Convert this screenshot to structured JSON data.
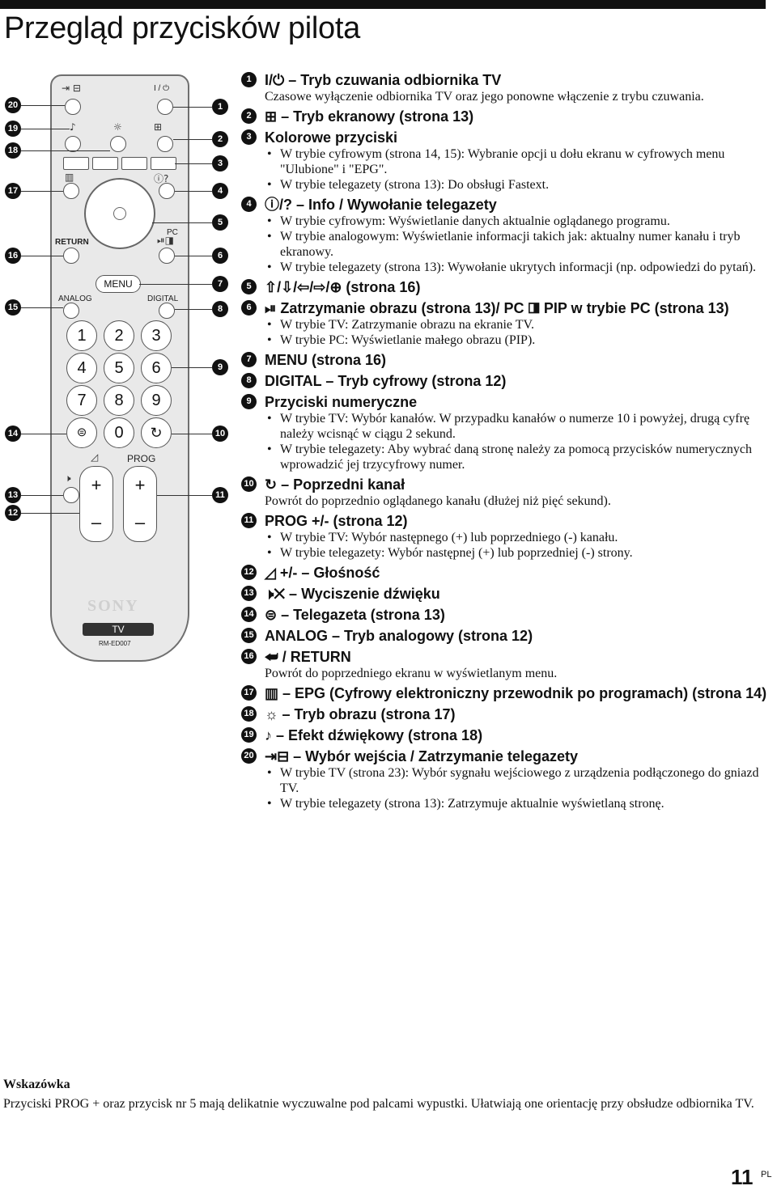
{
  "page": {
    "title": "Przegląd przycisków pilota",
    "page_number": "11",
    "lang": "PL"
  },
  "remote": {
    "labels": {
      "return": "RETURN",
      "analog": "ANALOG",
      "digital": "DIGITAL",
      "menu": "MENU",
      "pc": "PC",
      "prog": "PROG",
      "power": "I / ⏻",
      "brand": "SONY",
      "tv": "TV",
      "model": "RM-ED007"
    },
    "numbers": [
      "1",
      "2",
      "3",
      "4",
      "5",
      "6",
      "7",
      "8",
      "9",
      "0"
    ],
    "rocker_plus": "+",
    "rocker_minus": "–",
    "left_markers": [
      "20",
      "19",
      "18",
      "17",
      "16",
      "15",
      "14",
      "13",
      "12"
    ],
    "right_markers": [
      "1",
      "2",
      "3",
      "4",
      "5",
      "6",
      "7",
      "8",
      "9",
      "10",
      "11"
    ]
  },
  "entries": [
    {
      "n": "1",
      "title": "I/⏻ – Tryb czuwania odbiornika TV",
      "desc": "Czasowe wyłączenie odbiornika TV oraz jego ponowne włączenie z trybu czuwania.",
      "bullets": []
    },
    {
      "n": "2",
      "title": "⊞ – Tryb ekranowy (strona 13)",
      "desc": "",
      "bullets": []
    },
    {
      "n": "3",
      "title": "Kolorowe przyciski",
      "desc": "",
      "bullets": [
        "W trybie cyfrowym (strona 14, 15): Wybranie opcji u dołu ekranu w cyfrowych menu \"Ulubione\" i \"EPG\".",
        "W trybie telegazety (strona 13): Do obsługi Fastext."
      ]
    },
    {
      "n": "4",
      "title": "ⓘ/? – Info / Wywołanie telegazety",
      "desc": "",
      "bullets": [
        "W trybie cyfrowym: Wyświetlanie danych aktualnie oglądanego programu.",
        "W trybie analogowym: Wyświetlanie informacji takich jak: aktualny numer kanału i tryb ekranowy.",
        "W trybie telegazety (strona 13): Wywołanie ukrytych informacji (np. odpowiedzi do pytań)."
      ]
    },
    {
      "n": "5",
      "title": "⇧/⇩/⇦/⇨/⊕ (strona 16)",
      "desc": "",
      "bullets": []
    },
    {
      "n": "6",
      "title": "⏯ Zatrzymanie obrazu (strona 13)/ PC ◨ PIP w trybie PC (strona 13)",
      "desc": "",
      "bullets": [
        "W trybie TV: Zatrzymanie obrazu na ekranie TV.",
        "W trybie PC: Wyświetlanie małego obrazu (PIP)."
      ]
    },
    {
      "n": "7",
      "title": "MENU (strona 16)",
      "desc": "",
      "bullets": []
    },
    {
      "n": "8",
      "title": "DIGITAL – Tryb cyfrowy (strona 12)",
      "desc": "",
      "bullets": []
    },
    {
      "n": "9",
      "title": "Przyciski numeryczne",
      "desc": "",
      "bullets": [
        "W trybie TV: Wybór kanałów. W przypadku kanałów o numerze 10 i powyżej, drugą cyfrę należy wcisnąć w ciągu 2 sekund.",
        "W trybie telegazety: Aby wybrać daną stronę należy za pomocą przycisków numerycznych wprowadzić jej trzycyfrowy numer."
      ]
    },
    {
      "n": "10",
      "title": "↻ – Poprzedni kanał",
      "desc": "Powrót do poprzednio oglądanego kanału (dłużej niż pięć sekund).",
      "bullets": []
    },
    {
      "n": "11",
      "title": "PROG +/- (strona 12)",
      "desc": "",
      "bullets": [
        "W trybie TV: Wybór następnego (+) lub poprzedniego (-) kanału.",
        "W trybie telegazety: Wybór następnej (+) lub poprzedniej (-) strony."
      ]
    },
    {
      "n": "12",
      "title": "◿ +/- – Głośność",
      "desc": "",
      "bullets": []
    },
    {
      "n": "13",
      "title": "🕨✕ – Wyciszenie dźwięku",
      "desc": "",
      "bullets": []
    },
    {
      "n": "14",
      "title": "⊜ – Telegazeta (strona 13)",
      "desc": "",
      "bullets": []
    },
    {
      "n": "15",
      "title": "ANALOG – Tryb analogowy (strona 12)",
      "desc": "",
      "bullets": []
    },
    {
      "n": "16",
      "title": "⮨ / RETURN",
      "desc": "Powrót do poprzedniego ekranu w wyświetlanym menu.",
      "bullets": []
    },
    {
      "n": "17",
      "title": "▥ – EPG (Cyfrowy elektroniczny przewodnik po programach) (strona 14)",
      "desc": "",
      "bullets": []
    },
    {
      "n": "18",
      "title": "☼ – Tryb obrazu (strona 17)",
      "desc": "",
      "bullets": []
    },
    {
      "n": "19",
      "title": "♪ – Efekt dźwiękowy (strona 18)",
      "desc": "",
      "bullets": []
    },
    {
      "n": "20",
      "title": "⇥⊟ – Wybór wejścia / Zatrzymanie telegazety",
      "desc": "",
      "bullets": [
        "W trybie TV (strona 23): Wybór sygnału wejściowego z urządzenia podłączonego do gniazd TV.",
        "W trybie telegazety (strona 13): Zatrzymuje aktualnie wyświetlaną stronę."
      ]
    }
  ],
  "tip": {
    "title": "Wskazówka",
    "text": "Przyciski PROG + oraz przycisk nr 5 mają delikatnie wyczuwalne pod palcami wypustki. Ułatwiają one orientację przy obsłudze odbiornika TV."
  }
}
